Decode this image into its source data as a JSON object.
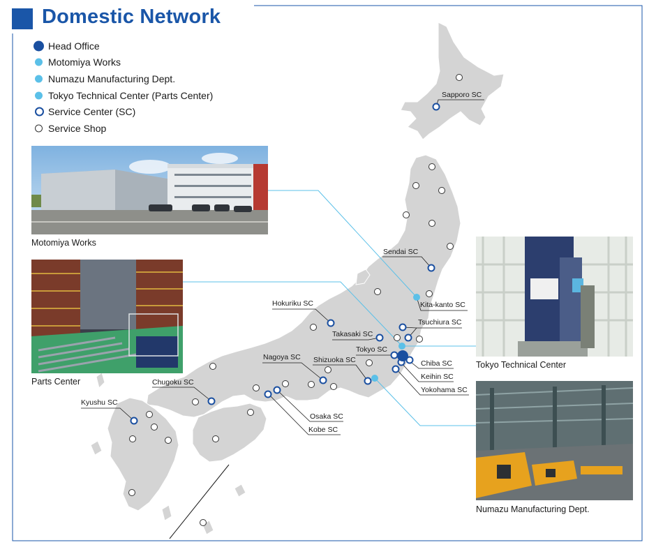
{
  "title": "Domestic Network",
  "legend": {
    "head_office": "Head Office",
    "motomiya": "Motomiya Works",
    "numazu": "Numazu Manufacturing Dept.",
    "tokyo_tech": "Tokyo Technical Center (Parts Center)",
    "service_center": "Service Center (SC)",
    "service_shop": "Service Shop"
  },
  "photos": {
    "motomiya": "Motomiya Works",
    "parts_center": "Parts Center",
    "tokyo_tech": "Tokyo Technical Center",
    "numazu": "Numazu Manufacturing Dept."
  },
  "service_centers": {
    "sapporo": "Sapporo SC",
    "sendai": "Sendai SC",
    "kita_kanto": "Kita-kanto SC",
    "tsuchiura": "Tsuchiura SC",
    "hokuriku": "Hokuriku SC",
    "takasaki": "Takasaki SC",
    "tokyo": "Tokyo SC",
    "chiba": "Chiba SC",
    "keihin": "Keihin SC",
    "yokohama": "Yokohama SC",
    "nagoya": "Nagoya SC",
    "shizuoka": "Shizuoka SC",
    "chugoku": "Chugoku SC",
    "osaka": "Osaka SC",
    "kobe": "Kobe SC",
    "kyushu": "Kyushu SC"
  },
  "colors": {
    "brand": "#1a56a8",
    "head_office": "#1a4fa0",
    "facility": "#5bc0e8",
    "land": "#d4d4d4",
    "leader": "#5bc0e8"
  }
}
